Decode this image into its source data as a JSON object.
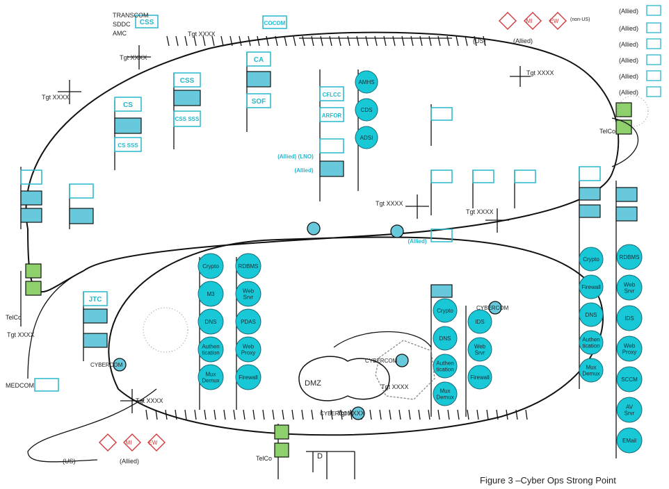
{
  "caption": "Figure 3 –Cyber Ops Strong Point",
  "top_left_labels": {
    "transcom": "TRANSCOM",
    "sddc": "SDDC",
    "amc": "AMC",
    "css_top": "CSS",
    "cocom": "COCOM"
  },
  "tgt": "Tgt XXXX",
  "units": {
    "cs": "CS",
    "cs_sss": "CS SSS",
    "css": "CSS",
    "css_sss": "CSS SSS",
    "ca": "CA",
    "sof": "SOF",
    "cflcc": "CFLCC",
    "arfor": "ARFOR",
    "allied_unit": "(Allied) (LNO)",
    "allied": "(Allied)",
    "jtc": "JTC",
    "medcom": "MEDCOM",
    "telco": "TelCo",
    "dmz": "DMZ",
    "cybercom": "CYBERCOM",
    "us": "(US)",
    "non_us": "(non-US)",
    "d": "D"
  },
  "threat_labels": {
    "mi": "MI",
    "ew": "EW"
  },
  "stack_center_1": [
    "Crypto",
    "M3",
    "DNS",
    "Authen tication",
    "Mux Demux"
  ],
  "stack_center_2": [
    "RDBMS",
    "Web Srvr",
    "PDAS",
    "Web Proxy",
    "Firewall"
  ],
  "stack_top": [
    "AMHS",
    "CDS",
    "ADSI"
  ],
  "stack_dmz_1": [
    "Crypto",
    "DNS",
    "Authen tication",
    "Mux Demux"
  ],
  "stack_dmz_2": [
    "IDS",
    "Web Srvr",
    "Firewall"
  ],
  "stack_right_1": [
    "Crypto",
    "Firewall",
    "DNS",
    "Authen tication",
    "Mux Demux"
  ],
  "stack_right_2": [
    "RDBMS",
    "Web Srvr",
    "IDS",
    "Web Proxy",
    "SCCM",
    "AV Srvr",
    "EMail"
  ]
}
